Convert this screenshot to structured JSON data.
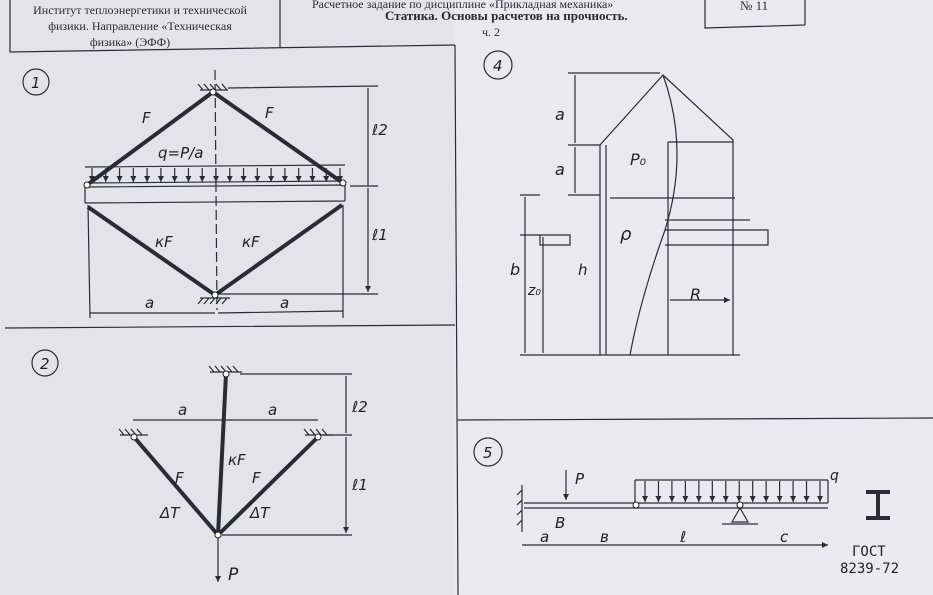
{
  "header": {
    "institute_line1": "Институт теплоэнергетики и технической",
    "institute_line2": "физики. Направление «Техническая",
    "institute_line3": "физика» (ЭФФ)",
    "assignment": "Расчетное задание по дисциплине «Прикладная механика»",
    "topic": "Статика. Основы расчетов на прочность.",
    "part": "ч. 2",
    "number": "№ 11"
  },
  "problems": {
    "p1": {
      "num": "1",
      "F_left": "F",
      "F_right": "F",
      "load": "q=P/a",
      "kF_left": "кF",
      "kF_right": "кF",
      "a_left": "a",
      "a_right": "a",
      "l2": "ℓ2",
      "l1": "ℓ1"
    },
    "p2": {
      "num": "2",
      "a_left": "a",
      "a_right": "a",
      "l2": "ℓ2",
      "l1": "ℓ1",
      "kF": "кF",
      "F_left": "F",
      "F_right": "F",
      "dT_left": "ΔT",
      "dT_right": "ΔT",
      "P": "P"
    },
    "p4": {
      "num": "4",
      "a_top": "a",
      "a_mid": "a",
      "p0": "P₀",
      "rho": "ρ",
      "b": "b",
      "z0": "z₀",
      "h": "h",
      "R": "R"
    },
    "p5": {
      "num": "5",
      "P": "P",
      "q": "q",
      "B": "B",
      "a": "a",
      "b": "в",
      "l": "ℓ",
      "c": "c",
      "gost1": "ГОСТ",
      "gost2": "8239-72"
    }
  }
}
